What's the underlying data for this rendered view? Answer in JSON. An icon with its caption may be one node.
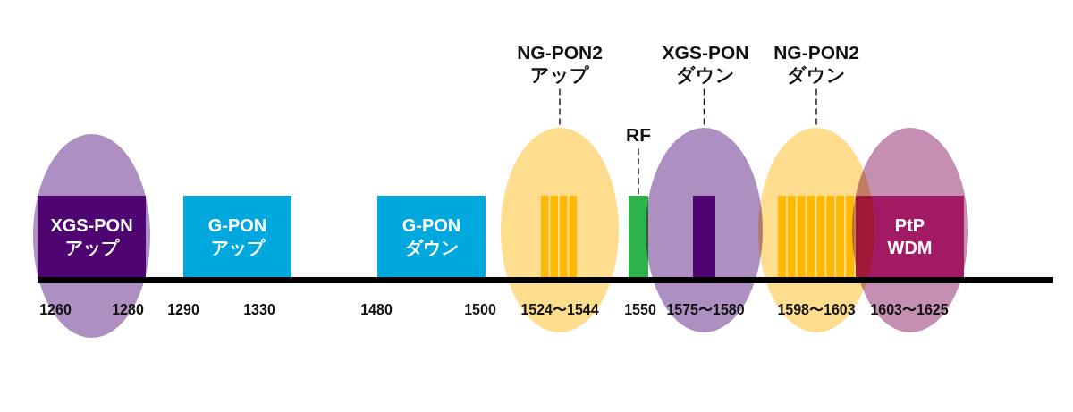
{
  "diagram": {
    "nodes": [
      {
        "text": [],
        "shape": "ellipse"
      },
      {
        "text": [
          "XGS-PON アップ"
        ],
        "in": 0
      },
      {
        "text": [
          "G-PON アップ"
        ]
      },
      {
        "text": [
          "G-PON ダウン"
        ]
      },
      {
        "text": [
          "NG-PON2 アップ"
        ]
      },
      {
        "text": [],
        "shape": "ellipse"
      },
      {
        "text": [],
        "shape": "bar",
        "in": 5
      },
      {
        "text": [
          "RF"
        ]
      },
      {
        "text": [],
        "shape": "bar"
      },
      {
        "text": [
          "XGS-PON ダウン"
        ]
      },
      {
        "text": [],
        "shape": "ellipse"
      },
      {
        "text": [],
        "shape": "bar",
        "in": 10
      },
      {
        "text": [
          "NG-PON2 ダウン"
        ]
      },
      {
        "text": [],
        "shape": "ellipse"
      },
      {
        "text": [],
        "shape": "bar",
        "in": 13
      },
      {
        "text": [],
        "shape": "ellipse"
      },
      {
        "text": [
          "PtP WDM"
        ],
        "in": 15
      }
    ],
    "edges": [
      {
        "from": 4,
        "to": 5,
        "arrow": "none",
        "style": "dashed"
      },
      {
        "from": 7,
        "to": 8,
        "arrow": "none",
        "style": "dashed"
      },
      {
        "from": 9,
        "to": 10,
        "arrow": "none",
        "style": "dashed"
      },
      {
        "from": 12,
        "to": 13,
        "arrow": "none",
        "style": "dashed"
      }
    ],
    "labels": [
      "1260",
      "1280",
      "1290",
      "1330",
      "1480",
      "1500",
      "1524〜1544",
      "1550",
      "1575〜1580",
      "1598〜1603",
      "1603〜1625"
    ]
  }
}
